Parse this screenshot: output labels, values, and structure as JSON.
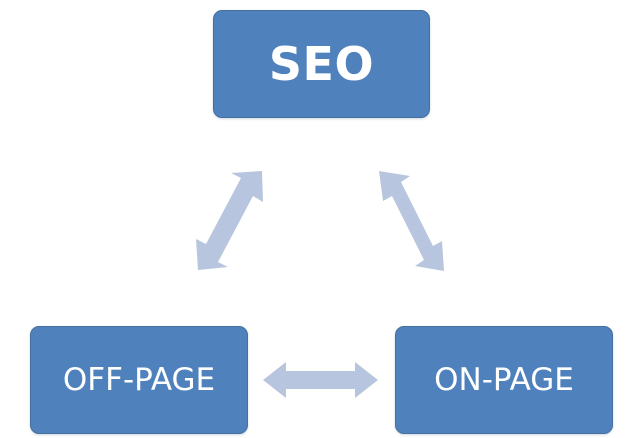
{
  "diagram": {
    "nodes": {
      "top": {
        "label": "SEO"
      },
      "left": {
        "label": "OFF-PAGE"
      },
      "right": {
        "label": "ON-PAGE"
      }
    },
    "connections": [
      {
        "from": "OFF-PAGE",
        "to": "SEO",
        "type": "bidirectional"
      },
      {
        "from": "SEO",
        "to": "ON-PAGE",
        "type": "bidirectional"
      },
      {
        "from": "OFF-PAGE",
        "to": "ON-PAGE",
        "type": "bidirectional"
      }
    ],
    "colors": {
      "node_fill": "#4f81bd",
      "node_text": "#ffffff",
      "arrow_fill": "#b7c6de"
    }
  }
}
